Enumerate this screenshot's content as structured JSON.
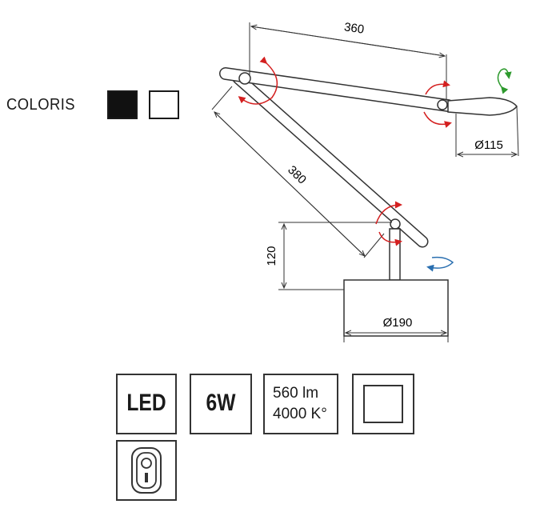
{
  "coloris": {
    "label": "COLORIS",
    "swatches": [
      {
        "name": "black",
        "color": "#111111"
      },
      {
        "name": "white",
        "color": "#ffffff"
      }
    ]
  },
  "dimensions": {
    "arm_upper": "360",
    "arm_lower": "380",
    "head_diameter": "Ø115",
    "base_height": "120",
    "base_diameter": "Ø190"
  },
  "specs": {
    "source": "LED",
    "power": "6W",
    "flux": "560 lm",
    "color_temp": "4000 K°"
  },
  "icons": [
    "square-frame-icon",
    "wall-switch-icon"
  ],
  "colors": {
    "rotation_arrow": "#d42020",
    "tilt_arrow": "#2e9a2e",
    "swivel_arrow": "#2a6fb0",
    "line": "#333333"
  }
}
